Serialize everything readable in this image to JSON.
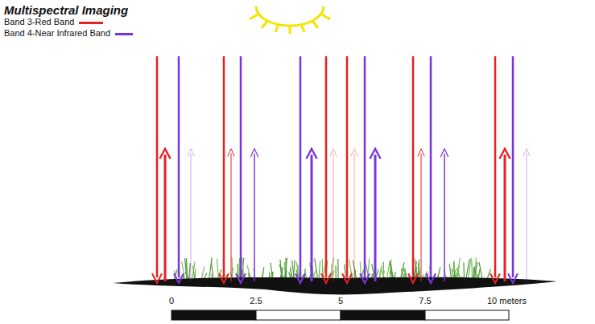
{
  "diagram": {
    "title": "Multispectral Imaging",
    "labels": [
      "0",
      "2.5",
      "5",
      "7.5",
      "10 meters"
    ],
    "legend": [
      {
        "text": "Band 3-Red Band"
      },
      {
        "text": "Band 4-Near Infrared Band"
      }
    ]
  }
}
